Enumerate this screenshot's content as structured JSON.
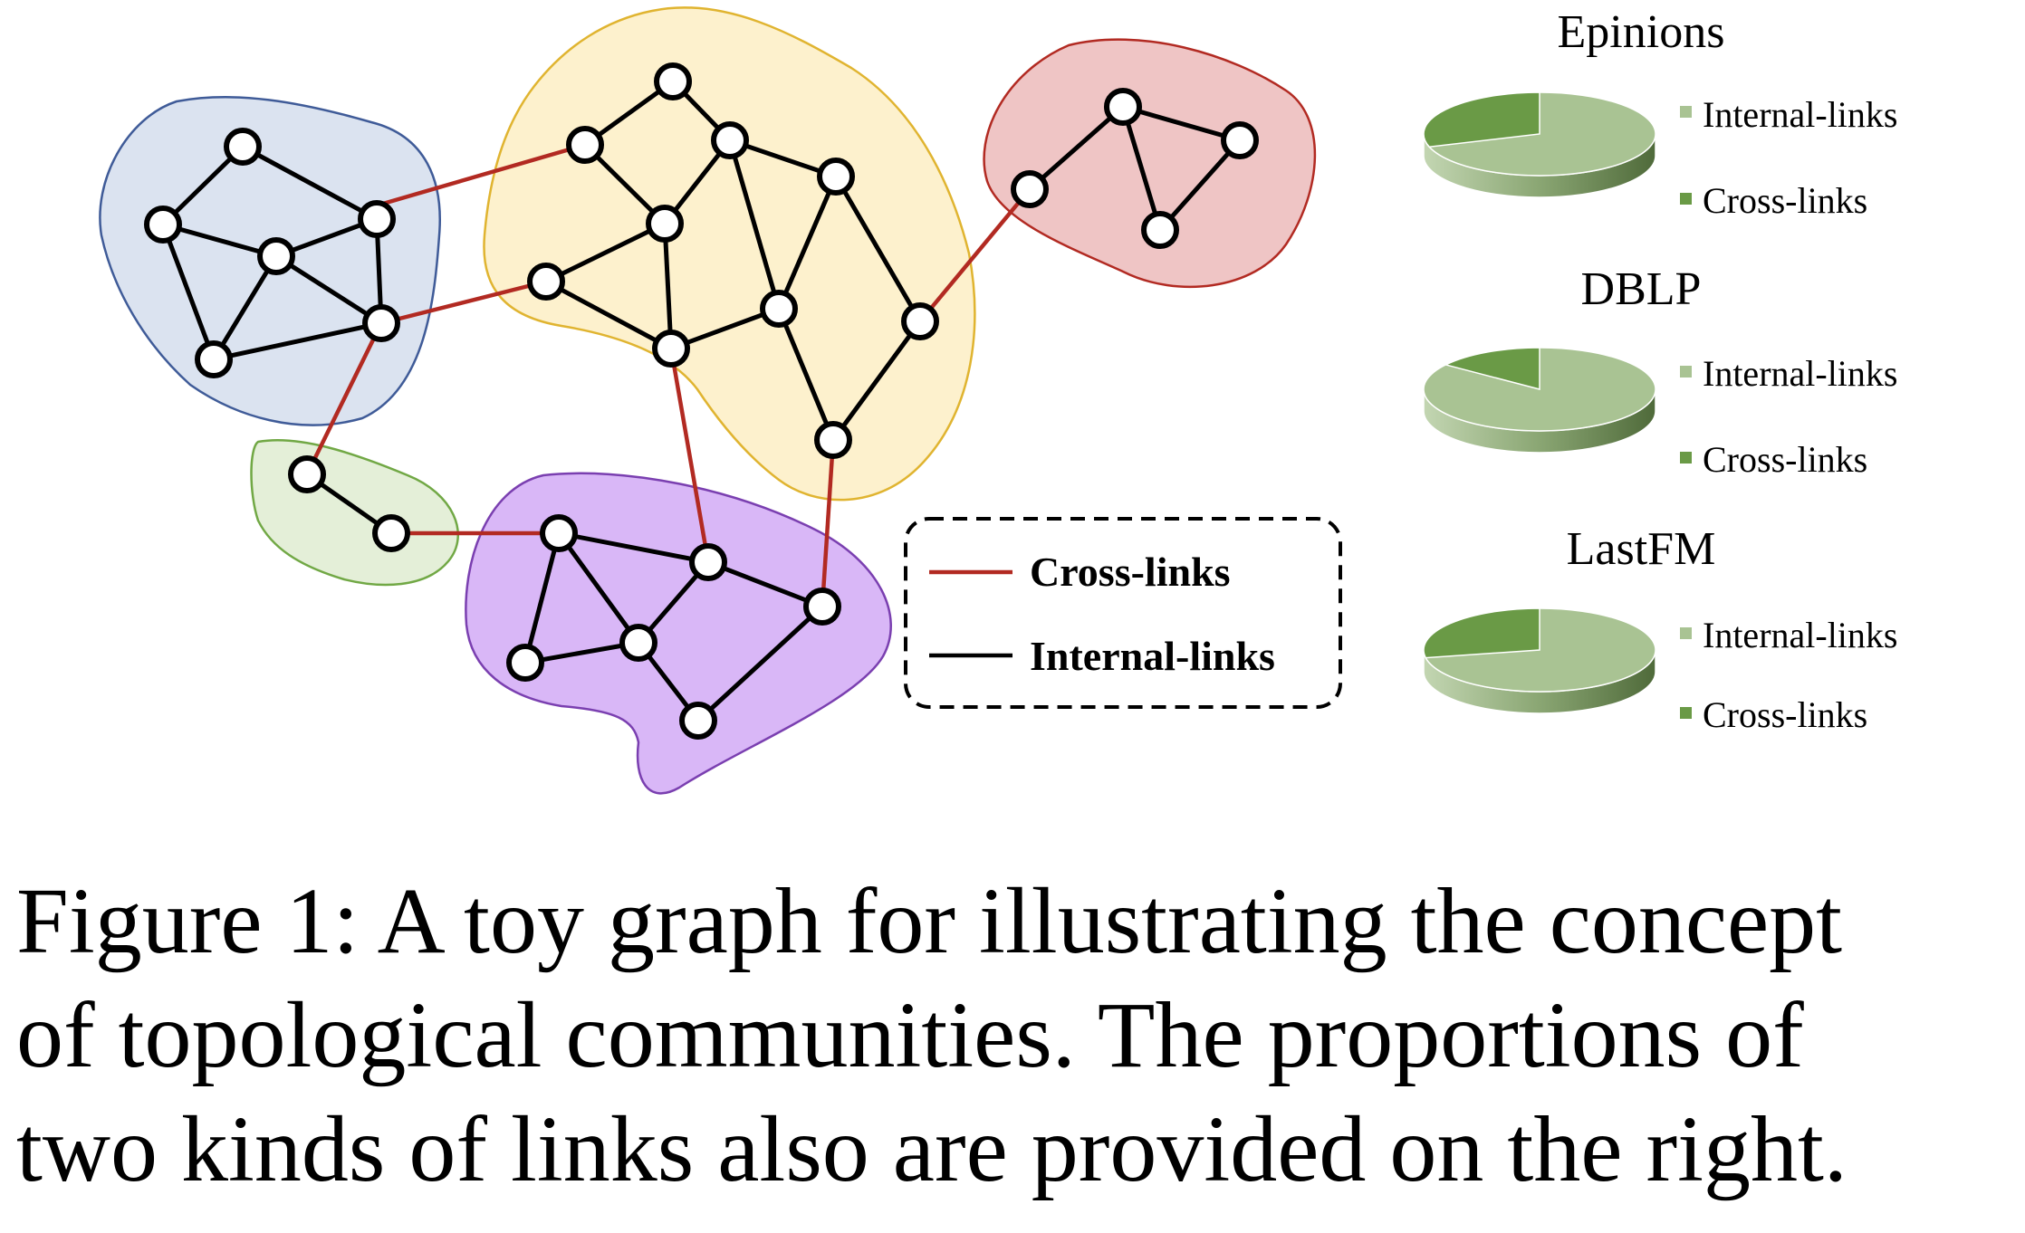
{
  "legend_box": {
    "cross_label": "Cross-links",
    "internal_label": "Internal-links"
  },
  "pies": [
    {
      "title": "Epinions",
      "internal_label": "Internal-links",
      "cross_label": "Cross-links",
      "internal_share": 0.7,
      "cross_share": 0.3
    },
    {
      "title": "DBLP",
      "internal_label": "Internal-links",
      "cross_label": "Cross-links",
      "internal_share": 0.85,
      "cross_share": 0.15
    },
    {
      "title": "LastFM",
      "internal_label": "Internal-links",
      "cross_label": "Cross-links",
      "internal_share": 0.72,
      "cross_share": 0.28
    }
  ],
  "colors": {
    "community_blue": "#dbe3f0",
    "community_yellow": "#fdf1cd",
    "community_red": "#efc5c5",
    "community_green": "#e4efd8",
    "community_purple": "#d9b7f7",
    "cross_link": "#b22a22",
    "internal_link": "#000000",
    "pie_internal": "#a9c393",
    "pie_cross": "#6a9a46"
  },
  "caption": {
    "line1": "Figure 1: A toy graph for illustrating the concept",
    "line2": "of topological communities. The proportions of",
    "line3": "two kinds of links also are provided on the right."
  }
}
